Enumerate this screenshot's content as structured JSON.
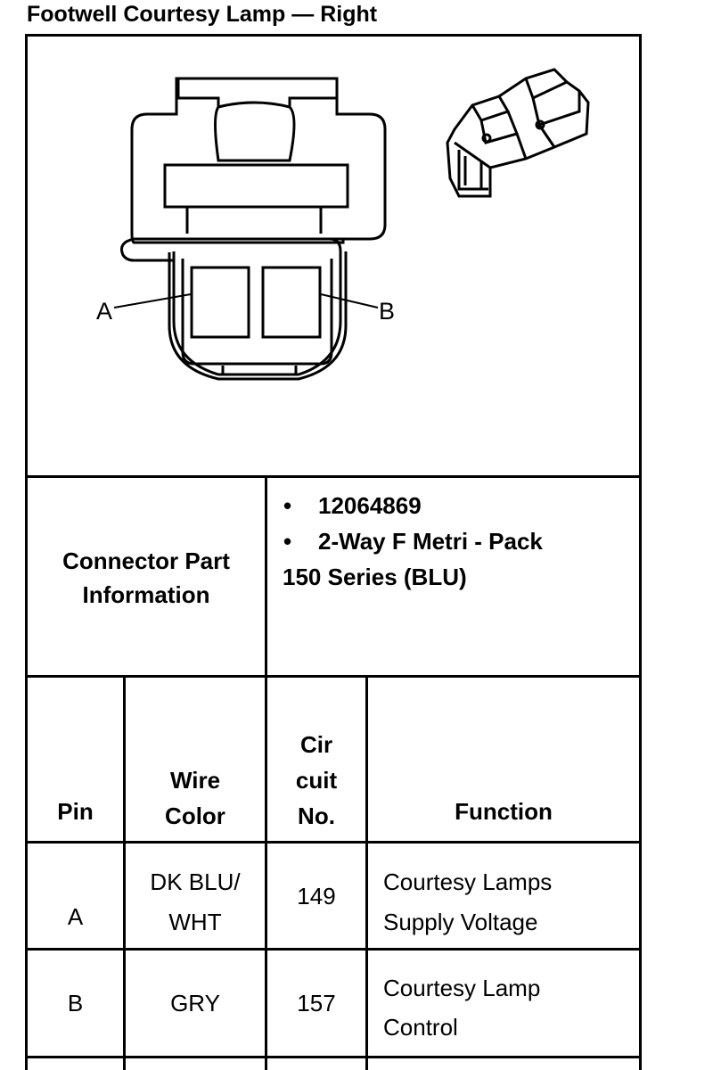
{
  "title": "Footwell Courtesy Lamp — Right",
  "diagram": {
    "pin_a_label": "A",
    "pin_b_label": "B"
  },
  "connector_info": {
    "label_line1": "Connector Part",
    "label_line2": "Information",
    "bullet": "•",
    "part_number": "12064869",
    "description_line1": "2-Way F Metri - Pack",
    "description_line2": "150 Series (BLU)"
  },
  "table": {
    "headers": {
      "pin": "Pin",
      "wire_color_line1": "Wire",
      "wire_color_line2": "Color",
      "circuit_line1": "Cir",
      "circuit_line2": "cuit",
      "circuit_line3": "No.",
      "function": "Function"
    },
    "rows": [
      {
        "pin": "A",
        "wire_color_line1": "DK BLU/",
        "wire_color_line2": "WHT",
        "circuit": "149",
        "function_line1": "Courtesy Lamps",
        "function_line2": "Supply Voltage"
      },
      {
        "pin": "B",
        "wire_color_line1": "GRY",
        "wire_color_line2": "",
        "circuit": "157",
        "function_line1": "Courtesy Lamp",
        "function_line2": "Control"
      }
    ]
  }
}
